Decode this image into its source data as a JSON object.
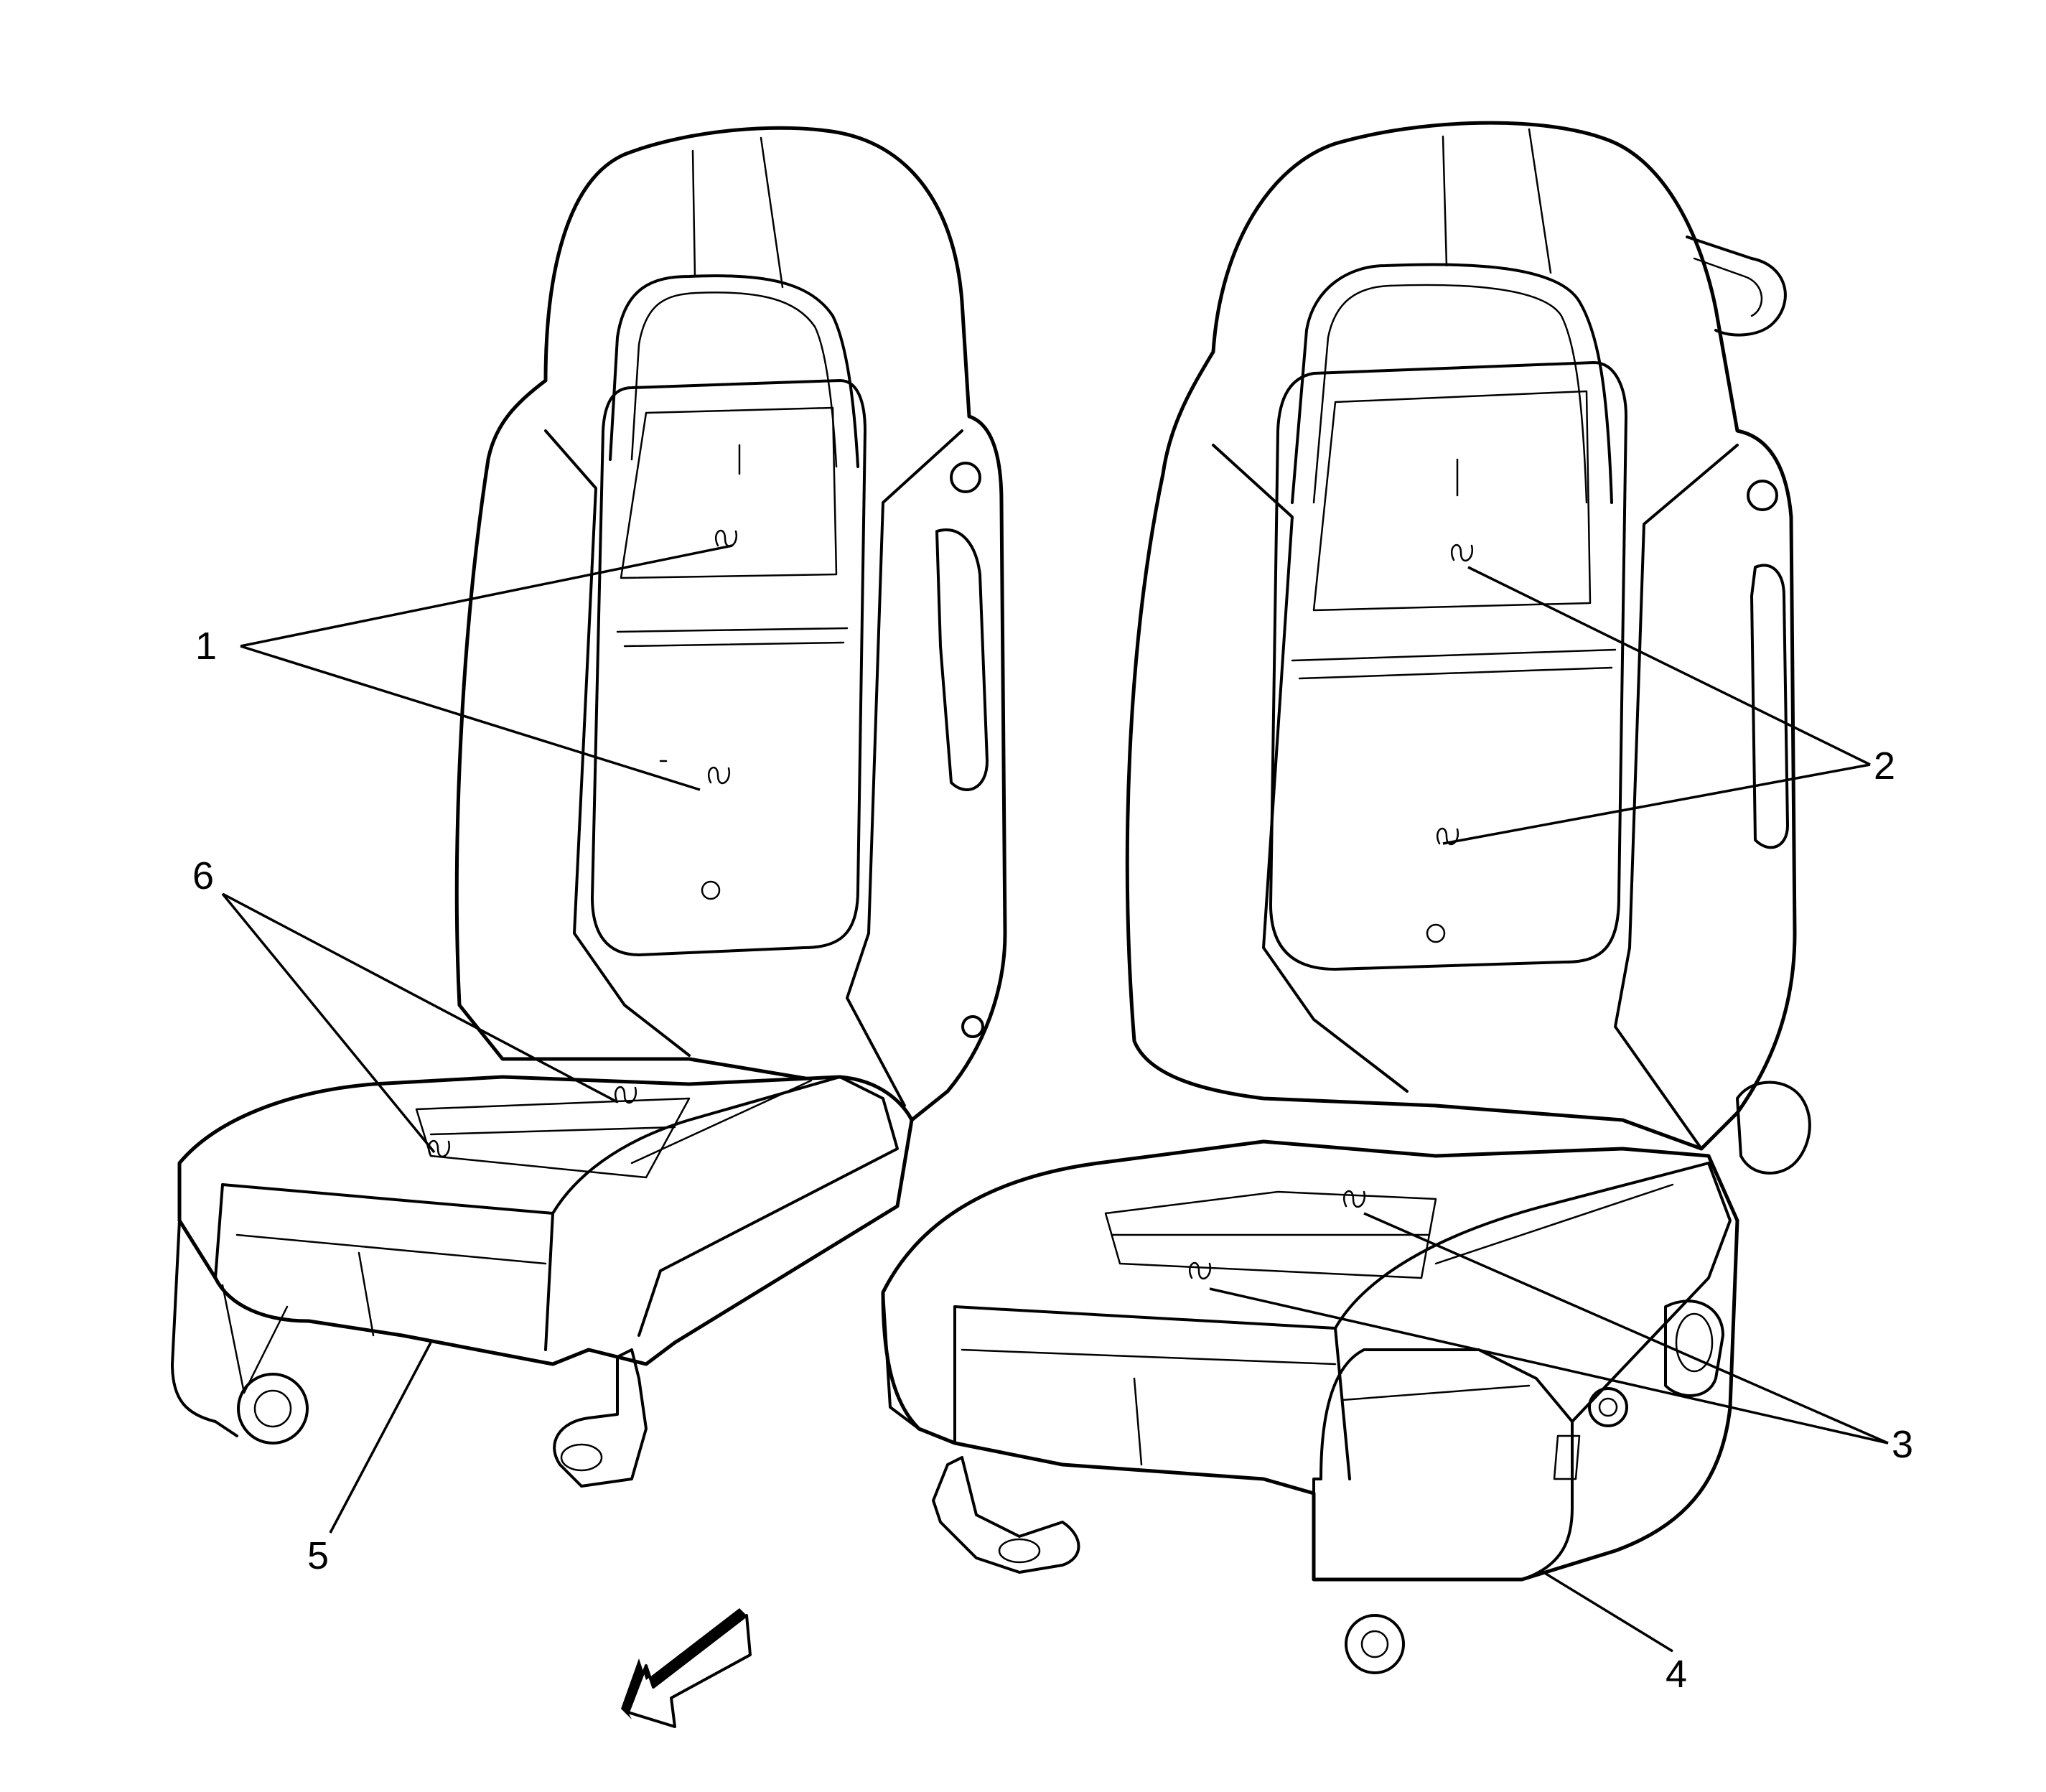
{
  "callouts": [
    {
      "id": "1",
      "label": "1"
    },
    {
      "id": "2",
      "label": "2"
    },
    {
      "id": "3",
      "label": "3"
    },
    {
      "id": "4",
      "label": "4"
    },
    {
      "id": "5",
      "label": "5"
    },
    {
      "id": "6",
      "label": "6"
    }
  ],
  "colors": {
    "line": "#000000",
    "background": "#ffffff"
  },
  "icons": {
    "direction_indicator": "forward-arrow-icon"
  }
}
